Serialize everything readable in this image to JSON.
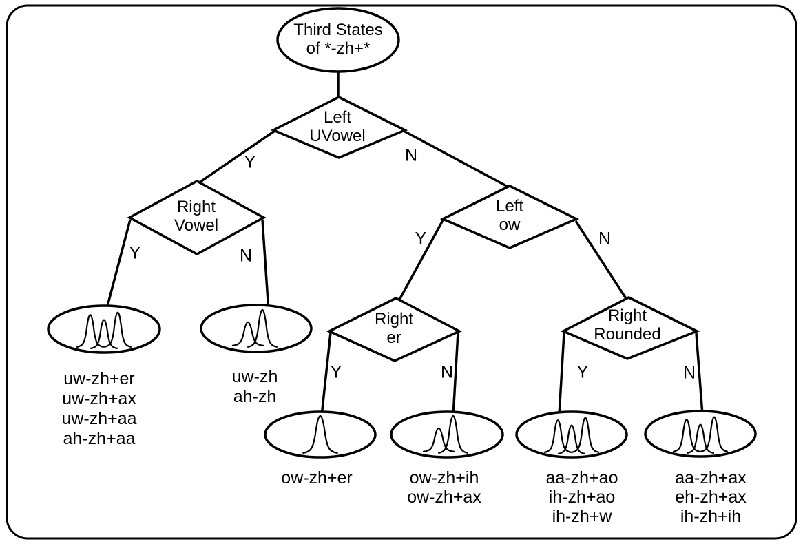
{
  "diagram": {
    "colors": {
      "stroke": "#000000",
      "background": "#ffffff"
    },
    "root": {
      "line1": "Third States",
      "line2": "of *-zh+*"
    },
    "questions": [
      {
        "line1": "Left",
        "line2": "UVowel",
        "yes": "Y",
        "no": "N"
      },
      {
        "line1": "Right",
        "line2": "Vowel",
        "yes": "Y",
        "no": "N"
      },
      {
        "line1": "Left",
        "line2": "ow",
        "yes": "Y",
        "no": "N"
      },
      {
        "line1": "Right",
        "line2": "er",
        "yes": "Y",
        "no": "N"
      },
      {
        "line1": "Right",
        "line2": "Rounded",
        "yes": "Y",
        "no": "N"
      }
    ],
    "leaves": [
      {
        "gaussians": 3,
        "states": [
          "uw-zh+er",
          "uw-zh+ax",
          "uw-zh+aa",
          "ah-zh+aa"
        ]
      },
      {
        "gaussians": 2,
        "states": [
          "uw-zh",
          "ah-zh"
        ]
      },
      {
        "gaussians": 1,
        "states": [
          "ow-zh+er"
        ]
      },
      {
        "gaussians": 2,
        "states": [
          "ow-zh+ih",
          "ow-zh+ax"
        ]
      },
      {
        "gaussians": 3,
        "states": [
          "aa-zh+ao",
          "ih-zh+ao",
          "ih-zh+w"
        ]
      },
      {
        "gaussians": 3,
        "states": [
          "aa-zh+ax",
          "eh-zh+ax",
          "ih-zh+ih"
        ]
      }
    ]
  }
}
